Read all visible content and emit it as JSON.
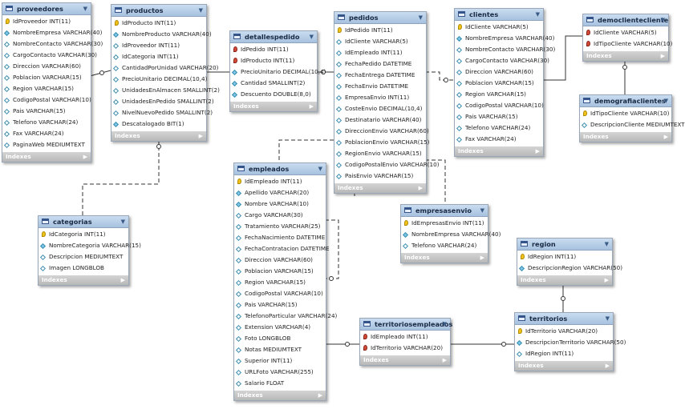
{
  "indexes_label": "Indexes",
  "tables": [
    {
      "name": "proveedores",
      "columns": [
        {
          "k": "pk",
          "t": "IdProveedor INT(11)"
        },
        {
          "k": "d",
          "t": "NombreEmpresa VARCHAR(40)"
        },
        {
          "k": "e",
          "t": "NombreContacto VARCHAR(30)"
        },
        {
          "k": "e",
          "t": "CargoContacto VARCHAR(30)"
        },
        {
          "k": "e",
          "t": "Direccion VARCHAR(60)"
        },
        {
          "k": "e",
          "t": "Poblacion VARCHAR(15)"
        },
        {
          "k": "e",
          "t": "Region VARCHAR(15)"
        },
        {
          "k": "e",
          "t": "CodigoPostal VARCHAR(10)"
        },
        {
          "k": "e",
          "t": "Pais VARCHAR(15)"
        },
        {
          "k": "e",
          "t": "Telefono VARCHAR(24)"
        },
        {
          "k": "e",
          "t": "Fax VARCHAR(24)"
        },
        {
          "k": "e",
          "t": "PaginaWeb MEDIUMTEXT"
        }
      ]
    },
    {
      "name": "productos",
      "columns": [
        {
          "k": "pk",
          "t": "IdProducto INT(11)"
        },
        {
          "k": "d",
          "t": "NombreProducto VARCHAR(40)"
        },
        {
          "k": "e",
          "t": "IdProveedor INT(11)"
        },
        {
          "k": "e",
          "t": "IdCategoria INT(11)"
        },
        {
          "k": "e",
          "t": "CantidadPorUnidad VARCHAR(20)"
        },
        {
          "k": "e",
          "t": "PrecioUnitario DECIMAL(10,4)"
        },
        {
          "k": "e",
          "t": "UnidadesEnAlmacen SMALLINT(2)"
        },
        {
          "k": "e",
          "t": "UnidadesEnPedido SMALLINT(2)"
        },
        {
          "k": "e",
          "t": "NivelNuevoPedido SMALLINT(2)"
        },
        {
          "k": "d",
          "t": "Descatalogado BIT(1)"
        }
      ]
    },
    {
      "name": "detallespedido",
      "columns": [
        {
          "k": "fk",
          "t": "IdPedido INT(11)"
        },
        {
          "k": "fk",
          "t": "IdProducto INT(11)"
        },
        {
          "k": "d",
          "t": "PrecioUnitario DECIMAL(10,4)"
        },
        {
          "k": "d",
          "t": "Cantidad SMALLINT(2)"
        },
        {
          "k": "d",
          "t": "Descuento DOUBLE(8,0)"
        }
      ]
    },
    {
      "name": "pedidos",
      "columns": [
        {
          "k": "pk",
          "t": "IdPedido INT(11)"
        },
        {
          "k": "e",
          "t": "IdCliente VARCHAR(5)"
        },
        {
          "k": "e",
          "t": "IdEmpleado INT(11)"
        },
        {
          "k": "e",
          "t": "FechaPedido DATETIME"
        },
        {
          "k": "e",
          "t": "FechaEntrega DATETIME"
        },
        {
          "k": "e",
          "t": "FechaEnvio DATETIME"
        },
        {
          "k": "e",
          "t": "EmpresaEnvio INT(11)"
        },
        {
          "k": "e",
          "t": "CosteEnvio DECIMAL(10,4)"
        },
        {
          "k": "e",
          "t": "Destinatario VARCHAR(40)"
        },
        {
          "k": "e",
          "t": "DireccionEnvio VARCHAR(60)"
        },
        {
          "k": "e",
          "t": "PoblacionEnvio VARCHAR(15)"
        },
        {
          "k": "e",
          "t": "RegionEnvio VARCHAR(15)"
        },
        {
          "k": "e",
          "t": "CodigoPostalEnvio VARCHAR(10)"
        },
        {
          "k": "e",
          "t": "PaisEnvio VARCHAR(15)"
        }
      ]
    },
    {
      "name": "clientes",
      "columns": [
        {
          "k": "pk",
          "t": "IdCliente VARCHAR(5)"
        },
        {
          "k": "d",
          "t": "NombreEmpresa VARCHAR(40)"
        },
        {
          "k": "e",
          "t": "NombreContacto VARCHAR(30)"
        },
        {
          "k": "e",
          "t": "CargoContacto VARCHAR(30)"
        },
        {
          "k": "e",
          "t": "Direccion VARCHAR(60)"
        },
        {
          "k": "e",
          "t": "Poblacion VARCHAR(15)"
        },
        {
          "k": "e",
          "t": "Region VARCHAR(15)"
        },
        {
          "k": "e",
          "t": "CodigoPostal VARCHAR(10)"
        },
        {
          "k": "e",
          "t": "Pais VARCHAR(15)"
        },
        {
          "k": "e",
          "t": "Telefono VARCHAR(24)"
        },
        {
          "k": "e",
          "t": "Fax VARCHAR(24)"
        }
      ]
    },
    {
      "name": "democlientecliente",
      "columns": [
        {
          "k": "fk",
          "t": "IdCliente VARCHAR(5)"
        },
        {
          "k": "fk",
          "t": "IdTipoCliente VARCHAR(10)"
        }
      ]
    },
    {
      "name": "demografiaclientes",
      "columns": [
        {
          "k": "pk",
          "t": "IdTipoCliente VARCHAR(10)"
        },
        {
          "k": "e",
          "t": "DescripcionCliente MEDIUMTEXT"
        }
      ]
    },
    {
      "name": "categorias",
      "columns": [
        {
          "k": "pk",
          "t": "IdCategoria INT(11)"
        },
        {
          "k": "d",
          "t": "NombreCategoria VARCHAR(15)"
        },
        {
          "k": "e",
          "t": "Descripcion MEDIUMTEXT"
        },
        {
          "k": "e",
          "t": "Imagen LONGBLOB"
        }
      ]
    },
    {
      "name": "empleados",
      "columns": [
        {
          "k": "pk",
          "t": "IdEmpleado INT(11)"
        },
        {
          "k": "d",
          "t": "Apellido VARCHAR(20)"
        },
        {
          "k": "d",
          "t": "Nombre VARCHAR(10)"
        },
        {
          "k": "e",
          "t": "Cargo VARCHAR(30)"
        },
        {
          "k": "e",
          "t": "Tratamiento VARCHAR(25)"
        },
        {
          "k": "e",
          "t": "FechaNacimiento DATETIME"
        },
        {
          "k": "e",
          "t": "FechaContratacion DATETIME"
        },
        {
          "k": "e",
          "t": "Direccion VARCHAR(60)"
        },
        {
          "k": "e",
          "t": "Poblacion VARCHAR(15)"
        },
        {
          "k": "e",
          "t": "Region VARCHAR(15)"
        },
        {
          "k": "e",
          "t": "CodigoPostal VARCHAR(10)"
        },
        {
          "k": "e",
          "t": "Pais VARCHAR(15)"
        },
        {
          "k": "e",
          "t": "TelefonoParticular VARCHAR(24)"
        },
        {
          "k": "e",
          "t": "Extension VARCHAR(4)"
        },
        {
          "k": "e",
          "t": "Foto LONGBLOB"
        },
        {
          "k": "e",
          "t": "Notas MEDIUMTEXT"
        },
        {
          "k": "e",
          "t": "Superior INT(11)"
        },
        {
          "k": "e",
          "t": "URLFoto VARCHAR(255)"
        },
        {
          "k": "e",
          "t": "Salario FLOAT"
        }
      ]
    },
    {
      "name": "empresasenvio",
      "columns": [
        {
          "k": "pk",
          "t": "IdEmpresasEnvio INT(11)"
        },
        {
          "k": "d",
          "t": "NombreEmpresa VARCHAR(40)"
        },
        {
          "k": "e",
          "t": "Telefono VARCHAR(24)"
        }
      ]
    },
    {
      "name": "region",
      "columns": [
        {
          "k": "pk",
          "t": "IdRegion INT(11)"
        },
        {
          "k": "d",
          "t": "DescripcionRegion VARCHAR(50)"
        }
      ]
    },
    {
      "name": "territoriosempleados",
      "columns": [
        {
          "k": "fk",
          "t": "IdEmpleado INT(11)"
        },
        {
          "k": "fk",
          "t": "IdTerritorio VARCHAR(20)"
        }
      ]
    },
    {
      "name": "territorios",
      "columns": [
        {
          "k": "pk",
          "t": "IdTerritorio VARCHAR(20)"
        },
        {
          "k": "d",
          "t": "DescripcionTerritorio VARCHAR(50)"
        },
        {
          "k": "e",
          "t": "IdRegion INT(11)"
        }
      ]
    }
  ]
}
